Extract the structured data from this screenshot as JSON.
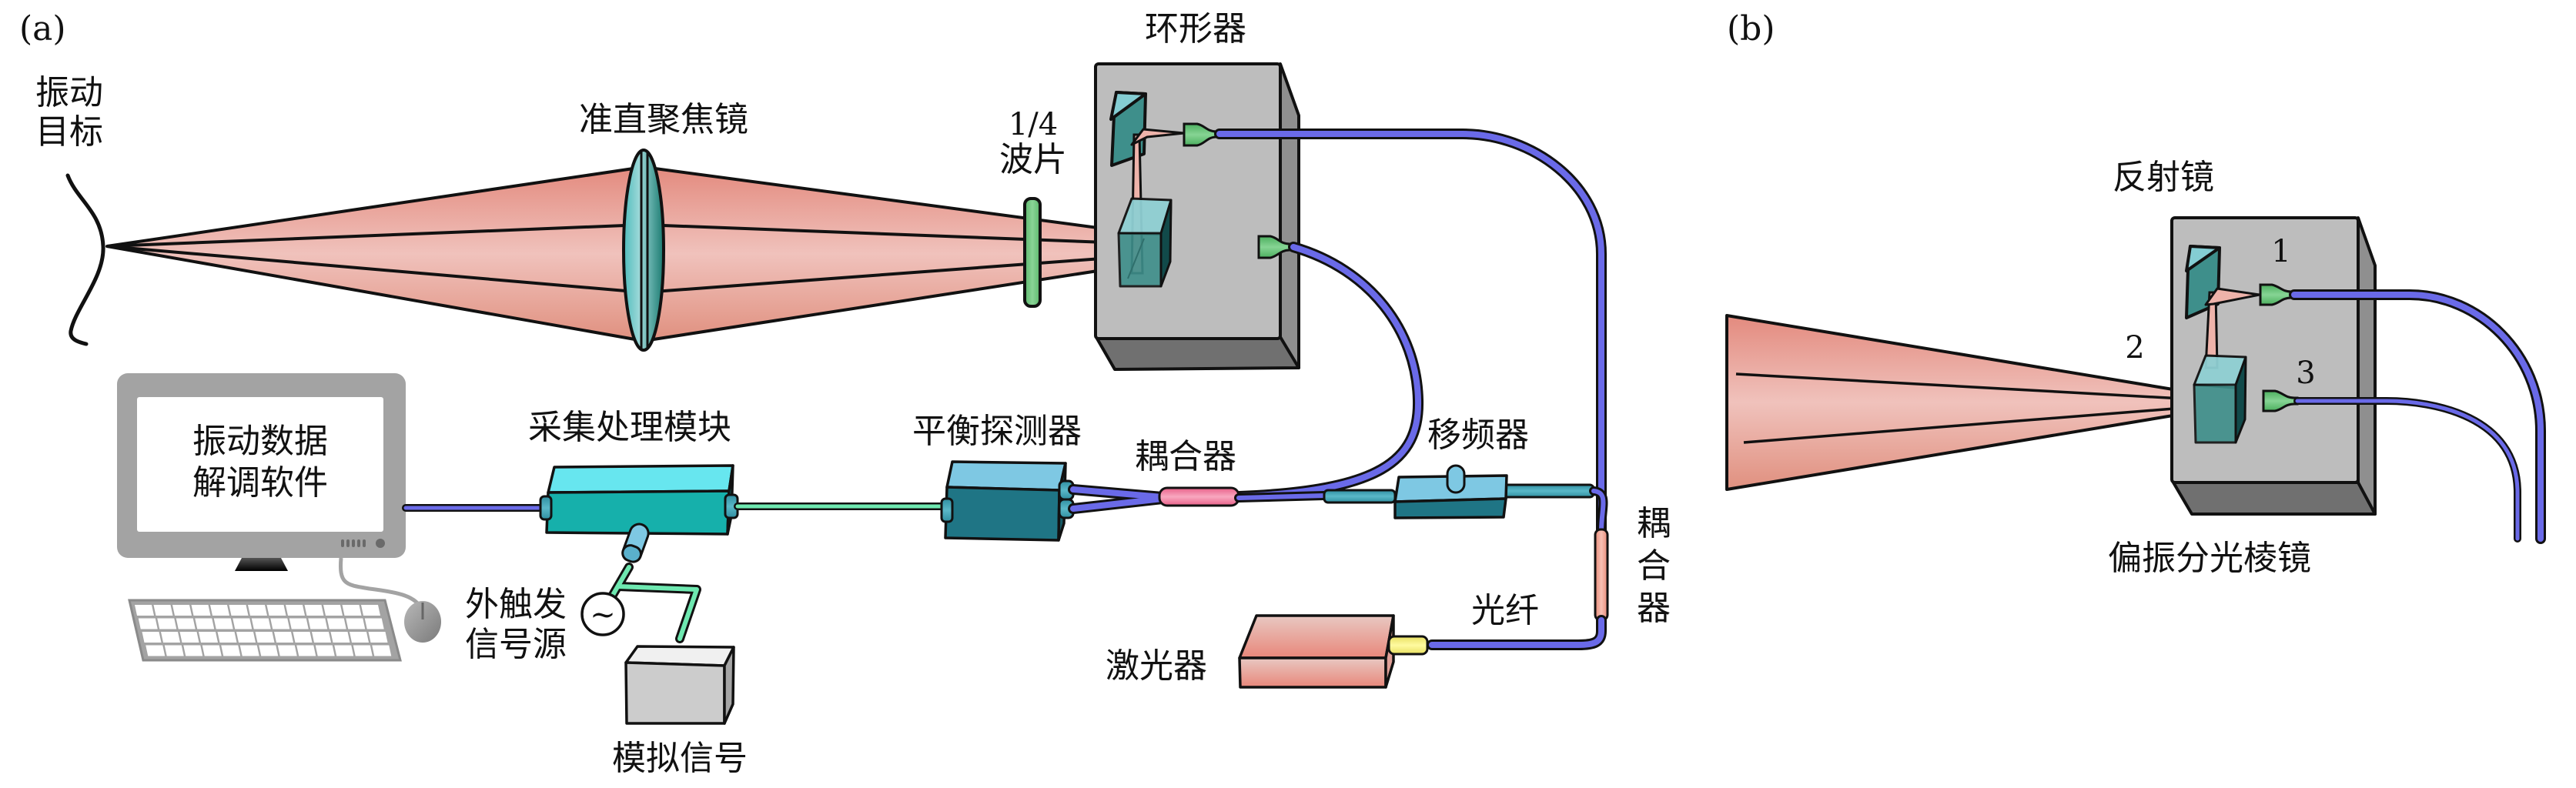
{
  "figure": {
    "panels": [
      {
        "id": "a",
        "label": "(a)",
        "components": {
          "vibration_target": {
            "label_line1": "振动",
            "label_line2": "目标"
          },
          "collimating_lens": {
            "label": "准直聚焦镜"
          },
          "quarter_wave_plate": {
            "label_line1": "1/4",
            "label_line2": "波片"
          },
          "circulator": {
            "label": "环形器"
          },
          "computer": {
            "screen_line1": "振动数据",
            "screen_line2": "解调软件"
          },
          "acquisition_module": {
            "label": "采集处理模块"
          },
          "balanced_detector": {
            "label": "平衡探测器"
          },
          "coupler_left": {
            "label": "耦合器"
          },
          "frequency_shifter": {
            "label": "移频器"
          },
          "coupler_right": {
            "label_line1": "耦",
            "label_line2": "合",
            "label_line3": "器"
          },
          "trigger_source": {
            "label_line1": "外触发",
            "label_line2": "信号源",
            "symbol": "~"
          },
          "analog_signal": {
            "label": "模拟信号"
          },
          "laser": {
            "label": "激光器"
          },
          "fiber": {
            "label": "光纤"
          }
        }
      },
      {
        "id": "b",
        "label": "(b)",
        "components": {
          "mirror": {
            "label": "反射镜"
          },
          "pbs": {
            "label": "偏振分光棱镜"
          },
          "ports": [
            "1",
            "2",
            "3"
          ]
        }
      }
    ],
    "colors": {
      "beam": "#e8a9a0",
      "beam_light": "#f0c4be",
      "beam_dark": "#de8c80",
      "fiber": "#6a6ae8",
      "signal_cable": "#6ee8b0",
      "optic_teal": "#4fb3b3",
      "box_gray": "#bdbdbd",
      "box_side": "#8f8f8f",
      "box_bottom": "#707070",
      "connector_green": "#6cbf7a",
      "detector_top": "#7ec8e3",
      "detector_front": "#1f7585",
      "module_top": "#67e6ef",
      "module_front": "#16b0ab",
      "coupler_pink": "#f07a9a",
      "coupler_salmon": "#f0a090",
      "laser_pink": "#e8a29a",
      "laser_connector": "#f5f07a",
      "monitor_gray": "#a3a3a3"
    }
  }
}
